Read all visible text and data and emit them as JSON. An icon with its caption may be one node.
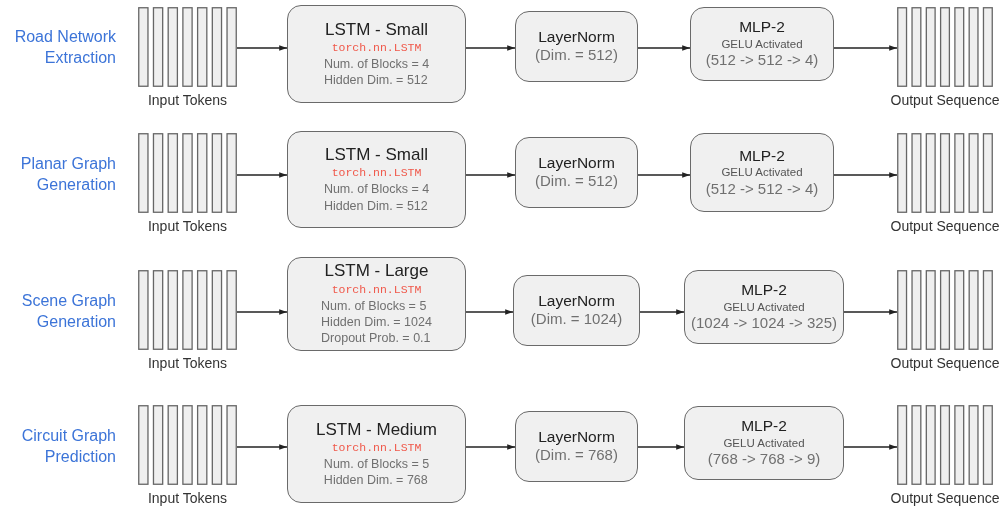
{
  "diagram": {
    "nodes": [
      {
        "text": [],
        "shape": "bar",
        "beside": [
          "Input Tokens"
        ]
      },
      {
        "text": [
          "LSTM - Small",
          "torch.nn.LSTM",
          "Num. of Blocks = 4",
          "Hidden Dim. = 512"
        ]
      },
      {
        "text": [
          "LayerNorm",
          "(Dim. = 512)"
        ]
      },
      {
        "text": [
          "MLP-2",
          "GELU Activated",
          "(512 -> 512 -> 4)"
        ]
      },
      {
        "text": [],
        "shape": "bar",
        "beside": [
          "Output Sequence"
        ]
      },
      {
        "text": [],
        "shape": "bar",
        "beside": [
          "Input Tokens"
        ]
      },
      {
        "text": [
          "LSTM - Small",
          "torch.nn.LSTM",
          "Num. of Blocks = 4",
          "Hidden Dim. = 512"
        ]
      },
      {
        "text": [
          "LayerNorm",
          "(Dim. = 512)"
        ]
      },
      {
        "text": [
          "MLP-2",
          "GELU Activated",
          "(512 -> 512 -> 4)"
        ]
      },
      {
        "text": [],
        "shape": "bar",
        "beside": [
          "Output Sequence"
        ]
      },
      {
        "text": [],
        "shape": "bar",
        "beside": [
          "Input Tokens"
        ]
      },
      {
        "text": [
          "LSTM - Large",
          "torch.nn.LSTM",
          "Num. of Blocks = 5",
          "Hidden Dim. = 1024",
          "Dropout Prob. = 0.1"
        ]
      },
      {
        "text": [
          "LayerNorm",
          "(Dim. = 1024)"
        ]
      },
      {
        "text": [
          "MLP-2",
          "GELU Activated",
          "(1024 -> 1024 -> 325)"
        ]
      },
      {
        "text": [],
        "shape": "bar",
        "beside": [
          "Output Sequence"
        ]
      },
      {
        "text": [],
        "shape": "bar",
        "beside": [
          "Input Tokens"
        ]
      },
      {
        "text": [
          "LSTM - Medium",
          "torch.nn.LSTM",
          "Num. of Blocks = 5",
          "Hidden Dim. = 768"
        ]
      },
      {
        "text": [
          "LayerNorm",
          "(Dim. = 768)"
        ]
      },
      {
        "text": [
          "MLP-2",
          "GELU Activated",
          "(768 -> 768 -> 9)"
        ]
      },
      {
        "text": [],
        "shape": "bar",
        "beside": [
          "Output Sequence"
        ]
      }
    ],
    "edges": [
      {
        "from": 0,
        "to": 1,
        "arrow": "to"
      },
      {
        "from": 1,
        "to": 2,
        "arrow": "to"
      },
      {
        "from": 2,
        "to": 3,
        "arrow": "to"
      },
      {
        "from": 3,
        "to": 4,
        "arrow": "to"
      },
      {
        "from": 5,
        "to": 6,
        "arrow": "to"
      },
      {
        "from": 6,
        "to": 7,
        "arrow": "to"
      },
      {
        "from": 7,
        "to": 8,
        "arrow": "to"
      },
      {
        "from": 8,
        "to": 9,
        "arrow": "to"
      },
      {
        "from": 10,
        "to": 11,
        "arrow": "to"
      },
      {
        "from": 11,
        "to": 12,
        "arrow": "to"
      },
      {
        "from": 12,
        "to": 13,
        "arrow": "to"
      },
      {
        "from": 13,
        "to": 14,
        "arrow": "to"
      },
      {
        "from": 15,
        "to": 16,
        "arrow": "to"
      },
      {
        "from": 16,
        "to": 17,
        "arrow": "to"
      },
      {
        "from": 17,
        "to": 18,
        "arrow": "to"
      },
      {
        "from": 18,
        "to": 19,
        "arrow": "to"
      }
    ],
    "labels": [
      "Road Network Extraction",
      "Planar Graph Generation",
      "Scene Graph Generation",
      "Circuit Graph Prediction"
    ]
  }
}
